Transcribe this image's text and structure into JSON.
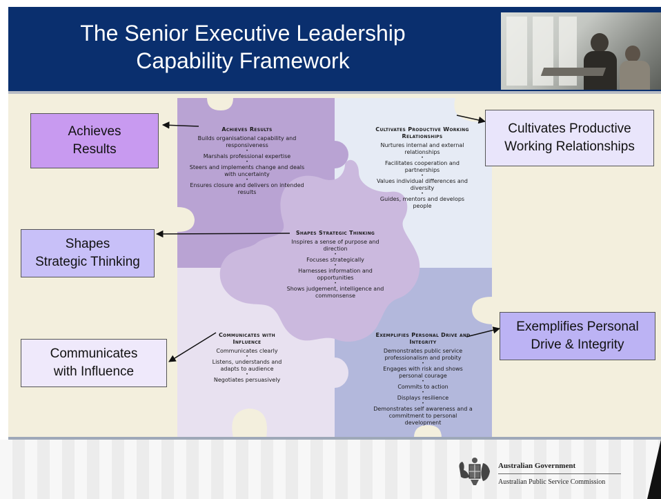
{
  "title": "The Senior Executive Leadership Capability Framework",
  "title_lines": [
    "The Senior Executive Leadership",
    "Capability Framework"
  ],
  "colors": {
    "header": "#0a2f6e",
    "stage": "#f3efdd",
    "achieves": "#b9a3d3",
    "cultivates": "#e6ebf5",
    "communicates": "#e8e1f0",
    "exemplifies": "#b3b8dc",
    "shapes": "#cbb9de"
  },
  "quadrants": {
    "achieves": {
      "heading": "Achieves Results",
      "items": [
        "Builds organisational capability and responsiveness",
        "Marshals professional expertise",
        "Steers and implements change and deals with uncertainty",
        "Ensures closure and delivers on intended results"
      ]
    },
    "cultivates": {
      "heading": "Cultivates Productive Working Relationships",
      "items": [
        "Nurtures internal and external relationships",
        "Facilitates cooperation and partnerships",
        "Values individual differences and diversity",
        "Guides, mentors and develops people"
      ]
    },
    "shapes": {
      "heading": "Shapes Strategic Thinking",
      "items": [
        "Inspires a sense of purpose and direction",
        "Focuses strategically",
        "Harnesses information and opportunities",
        "Shows judgement, intelligence and commonsense"
      ]
    },
    "communicates": {
      "heading": "Communicates with Influence",
      "items": [
        "Communicates clearly",
        "Listens, understands and adapts to audience",
        "Negotiates persuasively"
      ]
    },
    "exemplifies": {
      "heading": "Exemplifies Personal Drive and Integrity",
      "items": [
        "Demonstrates public service professionalism and probity",
        "Engages with risk and shows personal courage",
        "Commits to action",
        "Displays resilience",
        "Demonstrates self awareness and a commitment to personal development"
      ]
    }
  },
  "callouts": {
    "achieves": {
      "lines": [
        "Achieves",
        "Results"
      ]
    },
    "cultivates": {
      "lines": [
        "Cultivates Productive",
        "Working Relationships"
      ]
    },
    "shapes": {
      "lines": [
        "Shapes",
        "Strategic Thinking"
      ]
    },
    "communicates": {
      "lines": [
        "Communicates",
        "with Influence"
      ]
    },
    "exemplifies": {
      "lines": [
        "Exemplifies Personal",
        "Drive & Integrity"
      ]
    }
  },
  "footer": {
    "gov_name": "Australian Government",
    "dept_name": "Australian Public Service Commission"
  }
}
